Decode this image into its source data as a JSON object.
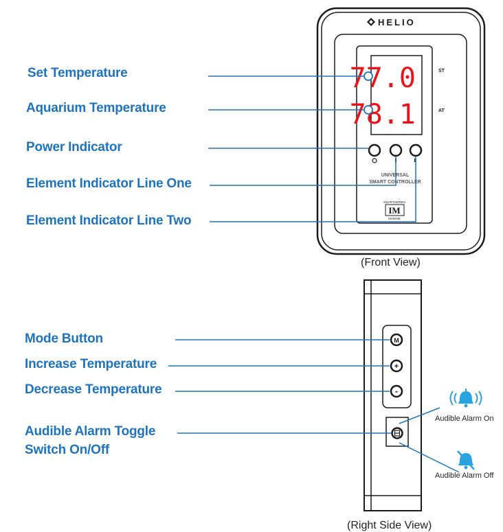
{
  "front": {
    "brand": "HELIO",
    "set_temp": "77.0",
    "aquarium_temp": "78.1",
    "st_tag": "ST",
    "at_tag": "AT",
    "product_line1": "UNIVERSAL",
    "product_line2": "SMART CONTROLLER",
    "logo_top": "SMARTSERIES",
    "logo_mid": "IM",
    "logo_bottom": "MARINE",
    "caption": "(Front View)",
    "labels": {
      "set_temperature": "Set Temperature",
      "aquarium_temperature": "Aquarium Temperature",
      "power_indicator": "Power Indicator",
      "element_line_one": "Element Indicator Line One",
      "element_line_two": "Element Indicator Line Two"
    }
  },
  "side": {
    "mode_glyph": "M",
    "increase_glyph": "+",
    "decrease_glyph": "-",
    "caption": "(Right Side View)",
    "alarm_on": "Audible Alarm On",
    "alarm_off": "Audible Alarm Off",
    "labels": {
      "mode_button": "Mode Button",
      "increase_temperature": "Increase Temperature",
      "decrease_temperature": "Decrease Temperature",
      "alarm_toggle_line1": "Audible Alarm Toggle",
      "alarm_toggle_line2": "Switch On/Off"
    }
  },
  "colors": {
    "label_blue": "#1e73be",
    "display_red": "#e8141b",
    "alarm_blue": "#29a3e0",
    "device_outline": "#1a1a1a"
  }
}
